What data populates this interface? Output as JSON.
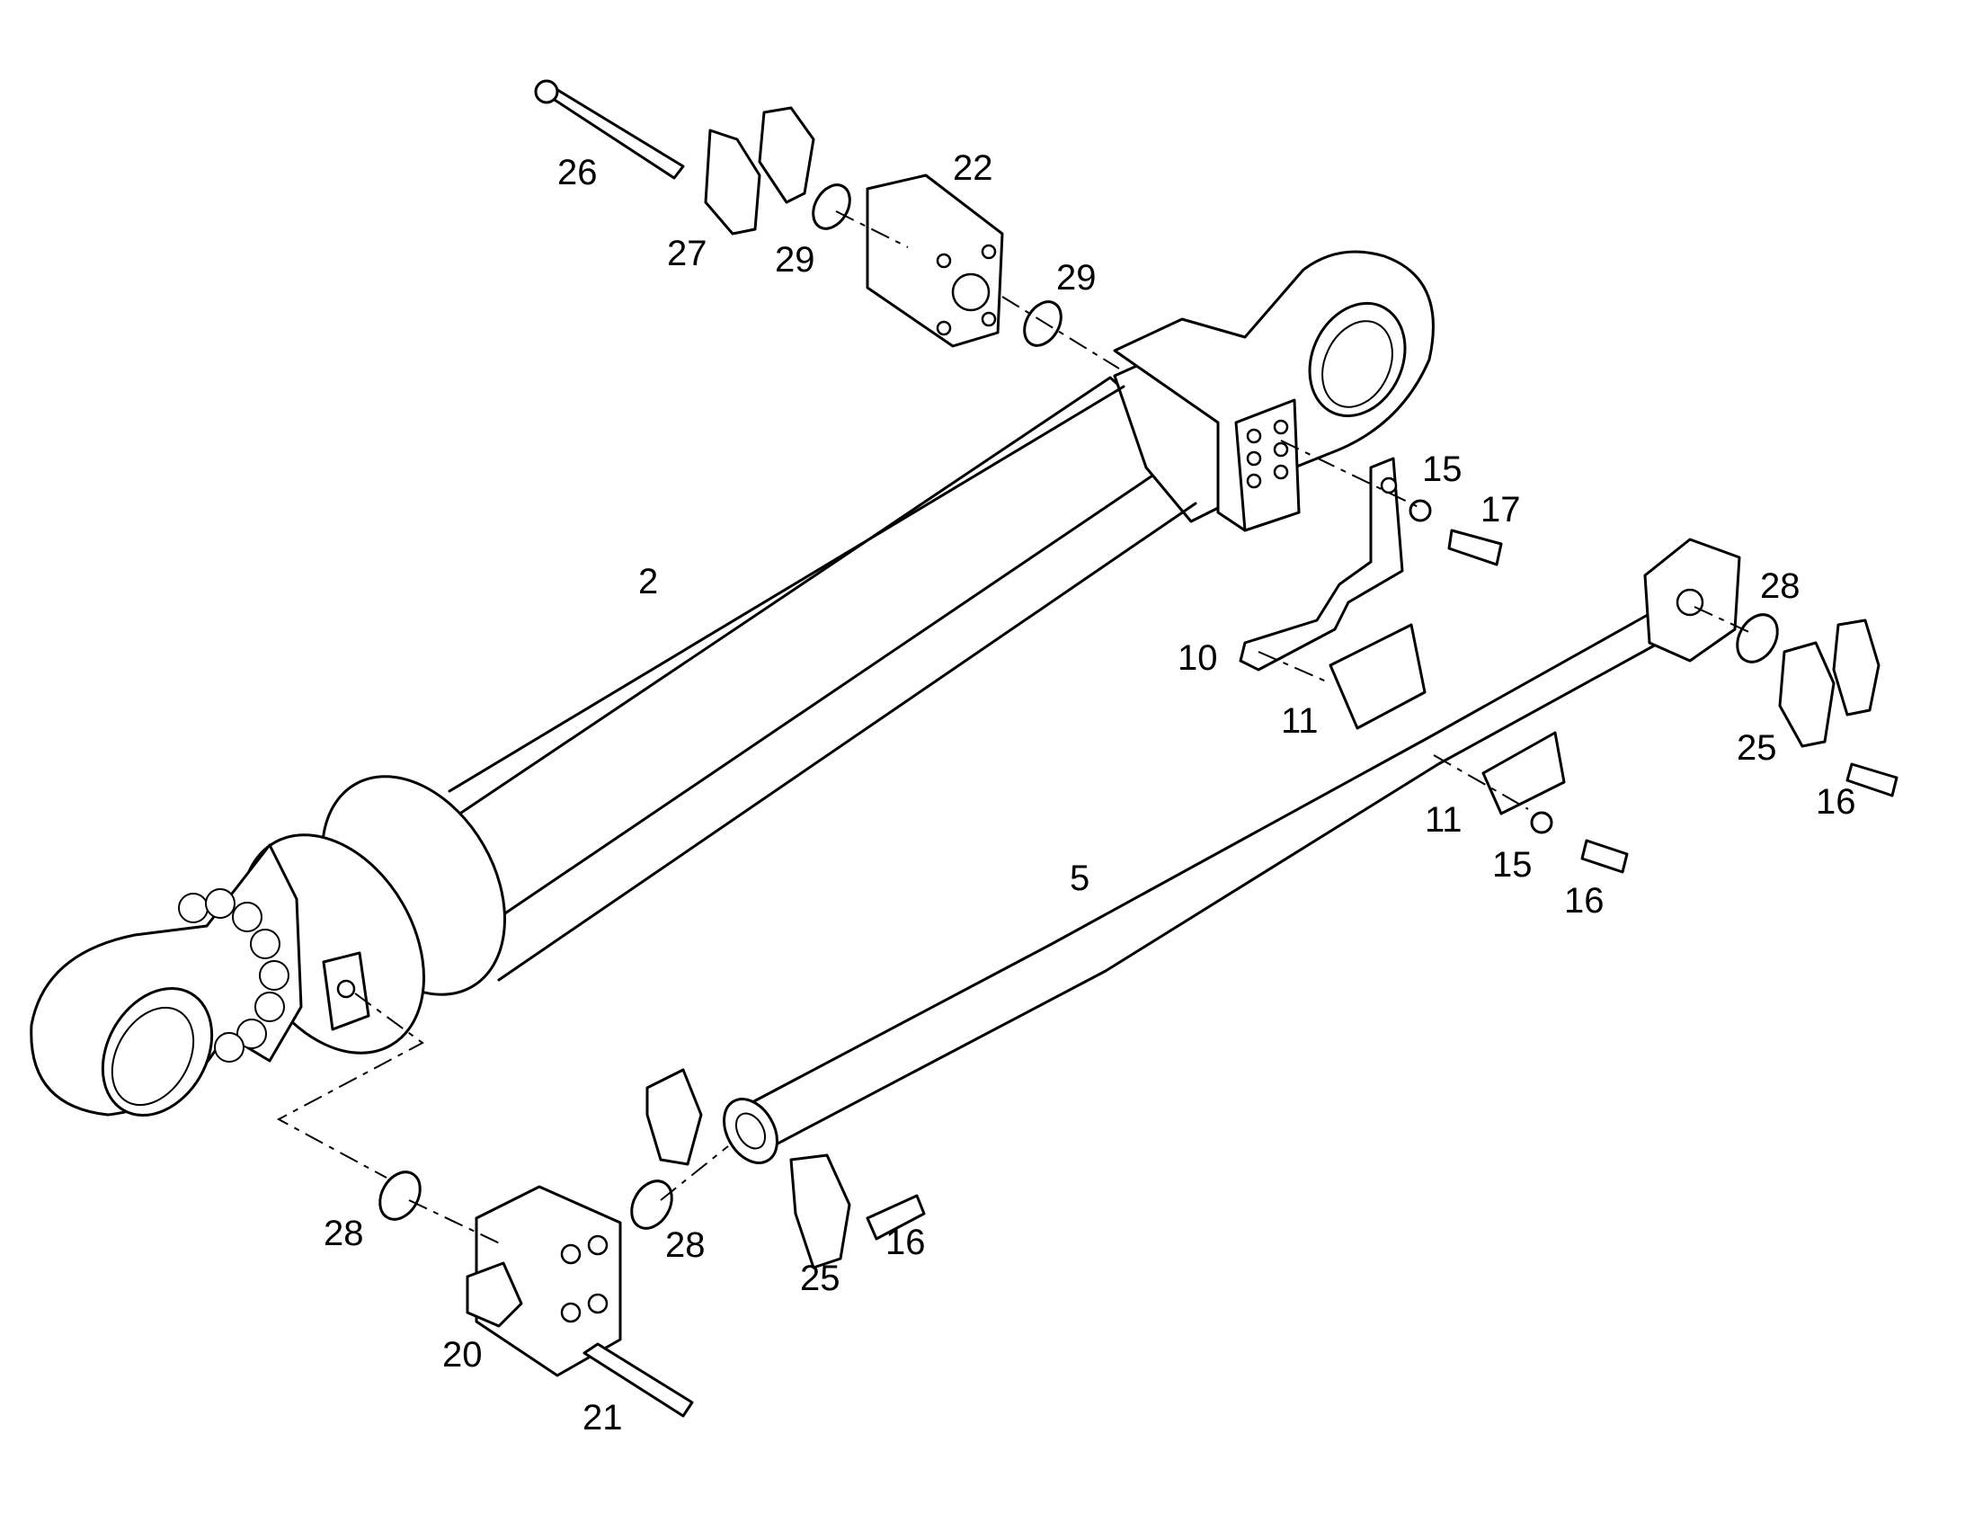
{
  "callouts": {
    "c26": "26",
    "c27": "27",
    "c29a": "29",
    "c22": "22",
    "c29b": "29",
    "c15a": "15",
    "c17": "17",
    "c2": "2",
    "c28a": "28",
    "c10": "10",
    "c11a": "11",
    "c25a": "25",
    "c16a": "16",
    "c11b": "11",
    "c15b": "15",
    "c16b": "16",
    "c5": "5",
    "c28b": "28",
    "c28c": "28",
    "c16c": "16",
    "c25b": "25",
    "c20": "20",
    "c21": "21"
  }
}
